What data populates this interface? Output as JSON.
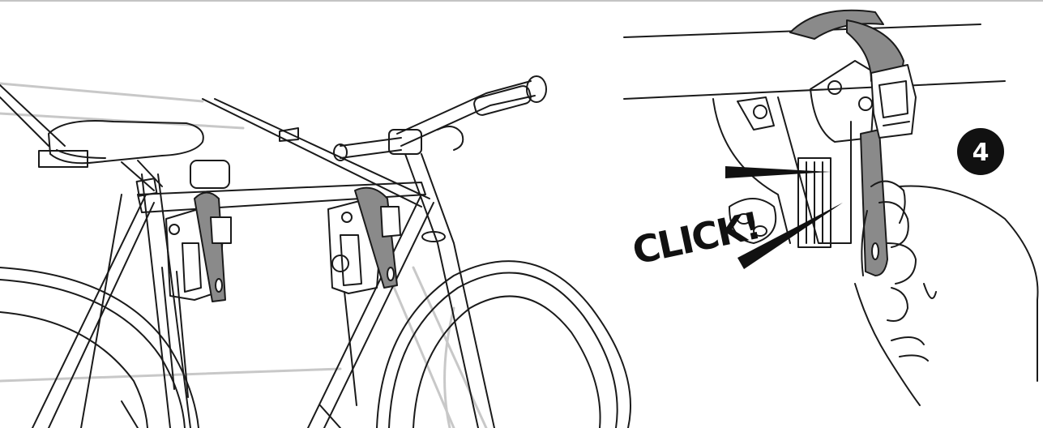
{
  "step": {
    "number": "4"
  },
  "callout": {
    "text": "CLICK!"
  },
  "colors": {
    "line": "#1a1a1a",
    "strap": "#8a8a8a",
    "strap_dark": "#5a5a5a",
    "rack_rail": "#c8c8c8",
    "badge": "#111111",
    "background": "#ffffff"
  },
  "icons": [
    "bicycle-illustration",
    "bike-rack-illustration",
    "strap-buckle-illustration",
    "hand-illustration",
    "click-burst-icon"
  ]
}
